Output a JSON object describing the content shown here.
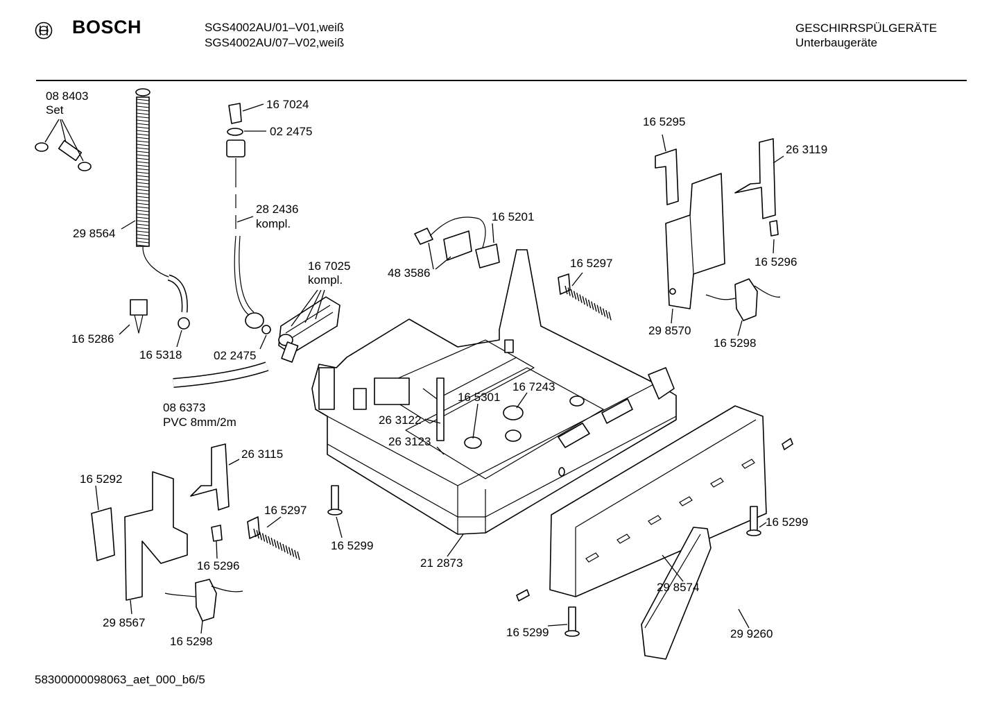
{
  "header": {
    "brand": "BOSCH",
    "models": [
      "SGS4002AU/01–V01,weiß",
      "SGS4002AU/07–V02,weiß"
    ],
    "category": "GESCHIRRSPÜLGERÄTE",
    "subcategory": "Unterbaugeräte"
  },
  "footer": {
    "code": "58300000098063_aet_000_b6/5"
  },
  "icons": {
    "logo": "bosch-armature-icon"
  },
  "part_labels": [
    {
      "id": "l0",
      "lines": [
        "08 8403",
        "Set"
      ]
    },
    {
      "id": "l1",
      "lines": [
        "29 8564"
      ]
    },
    {
      "id": "l2",
      "lines": [
        "16 5286"
      ]
    },
    {
      "id": "l3",
      "lines": [
        "16 5318"
      ]
    },
    {
      "id": "l4",
      "lines": [
        "16 7024"
      ]
    },
    {
      "id": "l5",
      "lines": [
        "02 2475"
      ]
    },
    {
      "id": "l6",
      "lines": [
        "28 2436",
        "kompl."
      ]
    },
    {
      "id": "l7",
      "lines": [
        "16 7025",
        "kompl."
      ]
    },
    {
      "id": "l8",
      "lines": [
        "02 2475"
      ]
    },
    {
      "id": "l9",
      "lines": [
        "08 6373",
        "PVC 8mm/2m"
      ]
    },
    {
      "id": "l10",
      "lines": [
        "16 5201"
      ]
    },
    {
      "id": "l11",
      "lines": [
        "48 3586"
      ]
    },
    {
      "id": "l12",
      "lines": [
        "16 5297"
      ]
    },
    {
      "id": "l13",
      "lines": [
        "16 5295"
      ]
    },
    {
      "id": "l14",
      "lines": [
        "26 3119"
      ]
    },
    {
      "id": "l15",
      "lines": [
        "16 5296"
      ]
    },
    {
      "id": "l16",
      "lines": [
        "29 8570"
      ]
    },
    {
      "id": "l17",
      "lines": [
        "16 5298"
      ]
    },
    {
      "id": "l18",
      "lines": [
        "16 7243"
      ]
    },
    {
      "id": "l19",
      "lines": [
        "16 5301"
      ]
    },
    {
      "id": "l20",
      "lines": [
        "26 3122"
      ]
    },
    {
      "id": "l21",
      "lines": [
        "26 3123"
      ]
    },
    {
      "id": "l22",
      "lines": [
        "26 3115"
      ]
    },
    {
      "id": "l23",
      "lines": [
        "16 5292"
      ]
    },
    {
      "id": "l24",
      "lines": [
        "16 5297"
      ]
    },
    {
      "id": "l25",
      "lines": [
        "16 5296"
      ]
    },
    {
      "id": "l26",
      "lines": [
        "29 8567"
      ]
    },
    {
      "id": "l27",
      "lines": [
        "16 5298"
      ]
    },
    {
      "id": "l28",
      "lines": [
        "16 5299"
      ]
    },
    {
      "id": "l29",
      "lines": [
        "21 2873"
      ]
    },
    {
      "id": "l30",
      "lines": [
        "16 5299"
      ]
    },
    {
      "id": "l31",
      "lines": [
        "29 8574"
      ]
    },
    {
      "id": "l32",
      "lines": [
        "16 5299"
      ]
    },
    {
      "id": "l33",
      "lines": [
        "29 9260"
      ]
    }
  ]
}
